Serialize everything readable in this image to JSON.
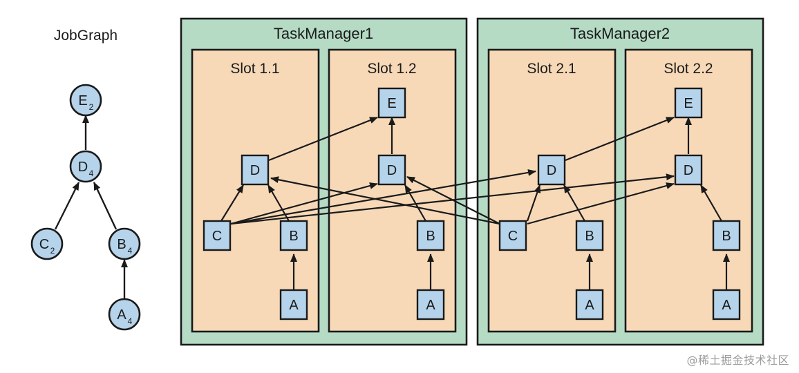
{
  "job_graph": {
    "title": "JobGraph",
    "nodes": {
      "E": {
        "letter": "E",
        "sub": "2"
      },
      "D": {
        "letter": "D",
        "sub": "4"
      },
      "C": {
        "letter": "C",
        "sub": "2"
      },
      "B": {
        "letter": "B",
        "sub": "4"
      },
      "A": {
        "letter": "A",
        "sub": "4"
      }
    }
  },
  "task_managers": [
    {
      "label": "TaskManager1",
      "slots": [
        "Slot 1.1",
        "Slot 1.2"
      ]
    },
    {
      "label": "TaskManager2",
      "slots": [
        "Slot 2.1",
        "Slot 2.2"
      ]
    }
  ],
  "colors": {
    "task_manager_fill": "#b5dbc5",
    "slot_fill": "#f7d9b8",
    "node_fill": "#b5d3ea",
    "stroke": "#1a1a1a"
  },
  "watermark": "@稀土掘金技术社区"
}
